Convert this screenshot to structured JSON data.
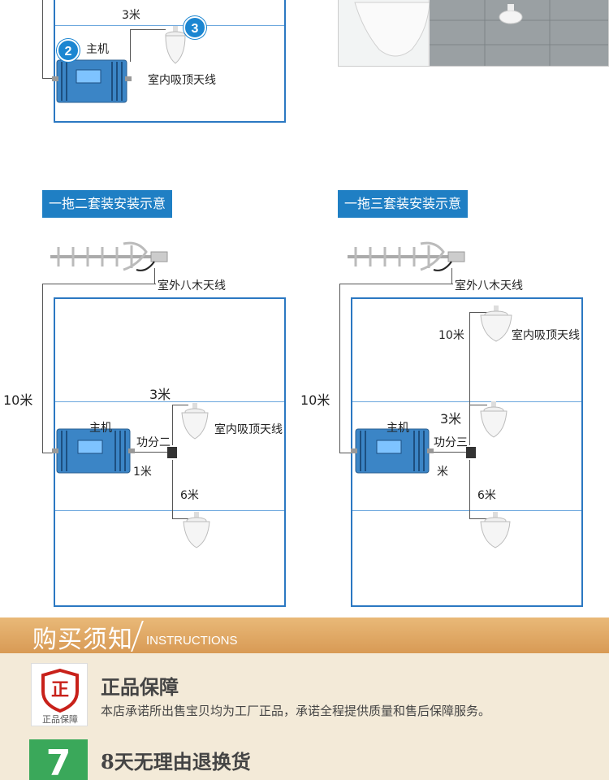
{
  "top": {
    "length_label": "3米",
    "badge_host": "2",
    "badge_antenna": "3",
    "host_label": "主机",
    "indoor_antenna_label": "室内吸顶天线"
  },
  "diagram_two": {
    "banner": "一拖二套装安装示意",
    "outdoor_label": "室外八木天线",
    "cable_10": "10米",
    "cable_3": "3米",
    "host_label": "主机",
    "splitter_label": "功分二",
    "cable_1": "1米",
    "indoor_label": "室内吸顶天线",
    "cable_6": "6米"
  },
  "diagram_three": {
    "banner": "一拖三套装安装示意",
    "outdoor_label": "室外八木天线",
    "cable_10_outer": "10米",
    "cable_10_inner": "10米",
    "indoor_label": "室内吸顶天线",
    "cable_3": "3米",
    "host_label": "主机",
    "splitter_label": "功分三",
    "cable_1": "米",
    "cable_6": "6米"
  },
  "instructions": {
    "title": "购买须知",
    "subtitle": "INSTRUCTIONS",
    "items": [
      {
        "icon_text": "正",
        "icon_caption": "正品保障",
        "title": "正品保障",
        "desc": "本店承诺所出售宝贝均为工厂正品，承诺全程提供质量和售后保障服务。"
      },
      {
        "icon_text": "7",
        "title": "8天无理由退换货",
        "desc": ""
      }
    ]
  },
  "colors": {
    "accent": "#1f7fc4",
    "room_border": "#2b78c2",
    "footer_bar": "#e0a864"
  }
}
